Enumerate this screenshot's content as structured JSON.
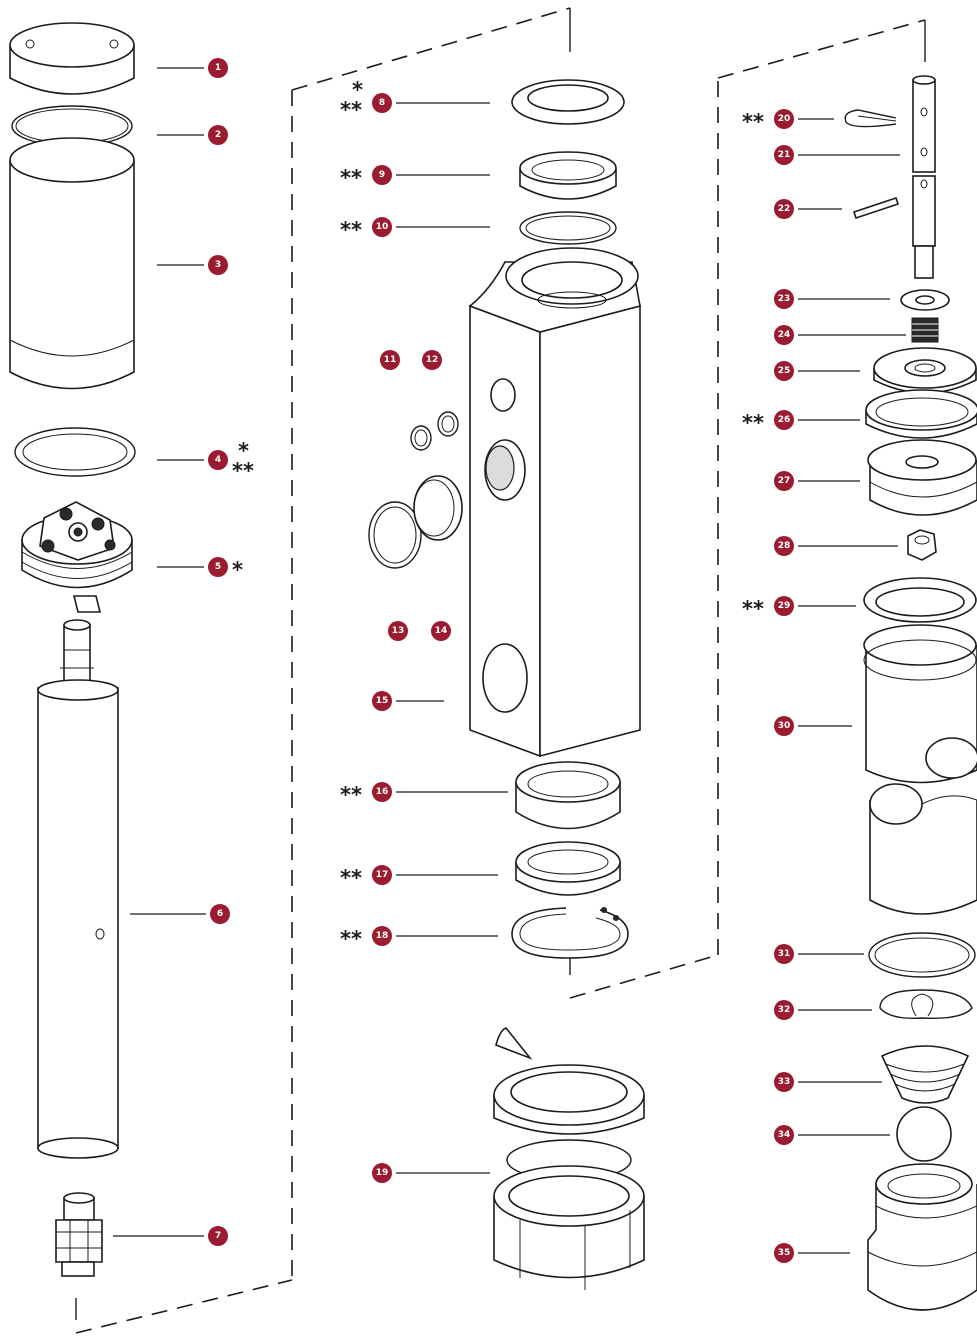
{
  "callouts": [
    {
      "id": "1",
      "stars": ""
    },
    {
      "id": "2",
      "stars": ""
    },
    {
      "id": "3",
      "stars": ""
    },
    {
      "id": "4",
      "stars": "*\n**"
    },
    {
      "id": "5",
      "stars": "*"
    },
    {
      "id": "6",
      "stars": ""
    },
    {
      "id": "7",
      "stars": ""
    },
    {
      "id": "8",
      "stars": "*\n**"
    },
    {
      "id": "9",
      "stars": "**"
    },
    {
      "id": "10",
      "stars": "**"
    },
    {
      "id": "11",
      "stars": ""
    },
    {
      "id": "12",
      "stars": ""
    },
    {
      "id": "13",
      "stars": ""
    },
    {
      "id": "14",
      "stars": ""
    },
    {
      "id": "15",
      "stars": ""
    },
    {
      "id": "16",
      "stars": "**"
    },
    {
      "id": "17",
      "stars": "**"
    },
    {
      "id": "18",
      "stars": "**"
    },
    {
      "id": "19",
      "stars": ""
    },
    {
      "id": "20",
      "stars": "**"
    },
    {
      "id": "21",
      "stars": ""
    },
    {
      "id": "22",
      "stars": ""
    },
    {
      "id": "23",
      "stars": ""
    },
    {
      "id": "24",
      "stars": ""
    },
    {
      "id": "25",
      "stars": ""
    },
    {
      "id": "26",
      "stars": "**"
    },
    {
      "id": "27",
      "stars": ""
    },
    {
      "id": "28",
      "stars": ""
    },
    {
      "id": "29",
      "stars": "**"
    },
    {
      "id": "30",
      "stars": ""
    },
    {
      "id": "31",
      "stars": ""
    },
    {
      "id": "32",
      "stars": ""
    },
    {
      "id": "33",
      "stars": ""
    },
    {
      "id": "34",
      "stars": ""
    },
    {
      "id": "35",
      "stars": ""
    }
  ],
  "colors": {
    "badge": "#9b1b30",
    "ink": "#1c1c1c"
  }
}
